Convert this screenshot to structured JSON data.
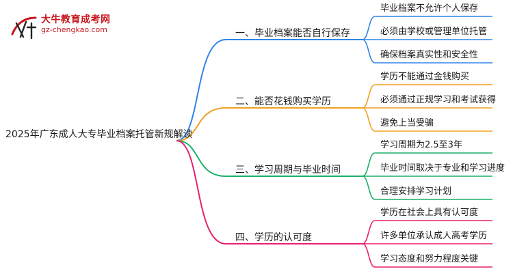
{
  "logo": {
    "title": "大牛教育成考网",
    "url": "gz-chengkao.com"
  },
  "diagram": {
    "root": "2025年广东成人大专毕业档案托管新规解读",
    "branches": [
      {
        "label": "一、毕业档案能否自行保存",
        "color": "#2e86e8",
        "leaves": [
          "毕业档案不允许个人保存",
          "必须由学校或管理单位托管",
          "确保档案真实性和安全性"
        ]
      },
      {
        "label": "二、能否花钱购买学历",
        "color": "#f0a020",
        "leaves": [
          "学历不能通过金钱购买",
          "必须通过正规学习和考试获得",
          "避免上当受骗"
        ]
      },
      {
        "label": "三、学习周期与毕业时间",
        "color": "#1ab068",
        "leaves": [
          "学习周期为2.5至3年",
          "毕业时间取决于专业和学习进度",
          "合理安排学习计划"
        ]
      },
      {
        "label": "四、学历的认可度",
        "color": "#e8206e",
        "leaves": [
          "学历在社会上具有认可度",
          "许多单位承认成人高考学历",
          "学习态度和努力程度关键"
        ]
      }
    ]
  }
}
